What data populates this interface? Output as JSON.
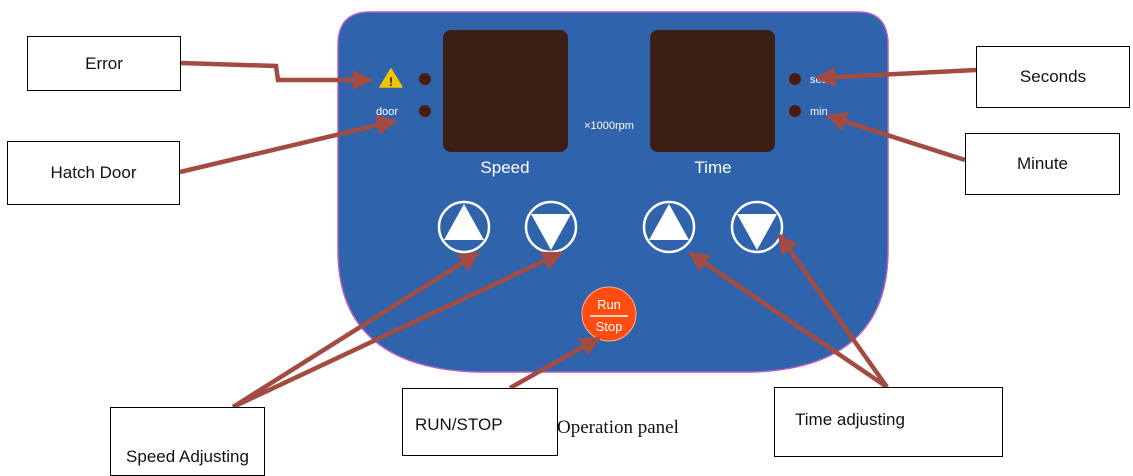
{
  "panel": {
    "unit_label": "×1000rpm",
    "speed_label": "Speed",
    "time_label": "Time",
    "door_label": "door",
    "sec_label": "sec",
    "min_label": "min",
    "run_label": "Run",
    "stop_label": "Stop",
    "colors": {
      "panel": "#2f64ad",
      "panel_border": "#b25fc2",
      "display": "#3b1f14",
      "led": "#4a1c0e",
      "run_button": "#ff4d12",
      "arrow": "#a34b40",
      "warning": "#f2c300"
    }
  },
  "callouts": {
    "error": "Error",
    "hatch_door": "Hatch Door",
    "seconds": "Seconds",
    "minute": "Minute",
    "speed_adjusting": "Speed Adjusting",
    "run_stop": "RUN/STOP",
    "time_adjusting": "Time adjusting"
  },
  "caption": "Operation panel"
}
